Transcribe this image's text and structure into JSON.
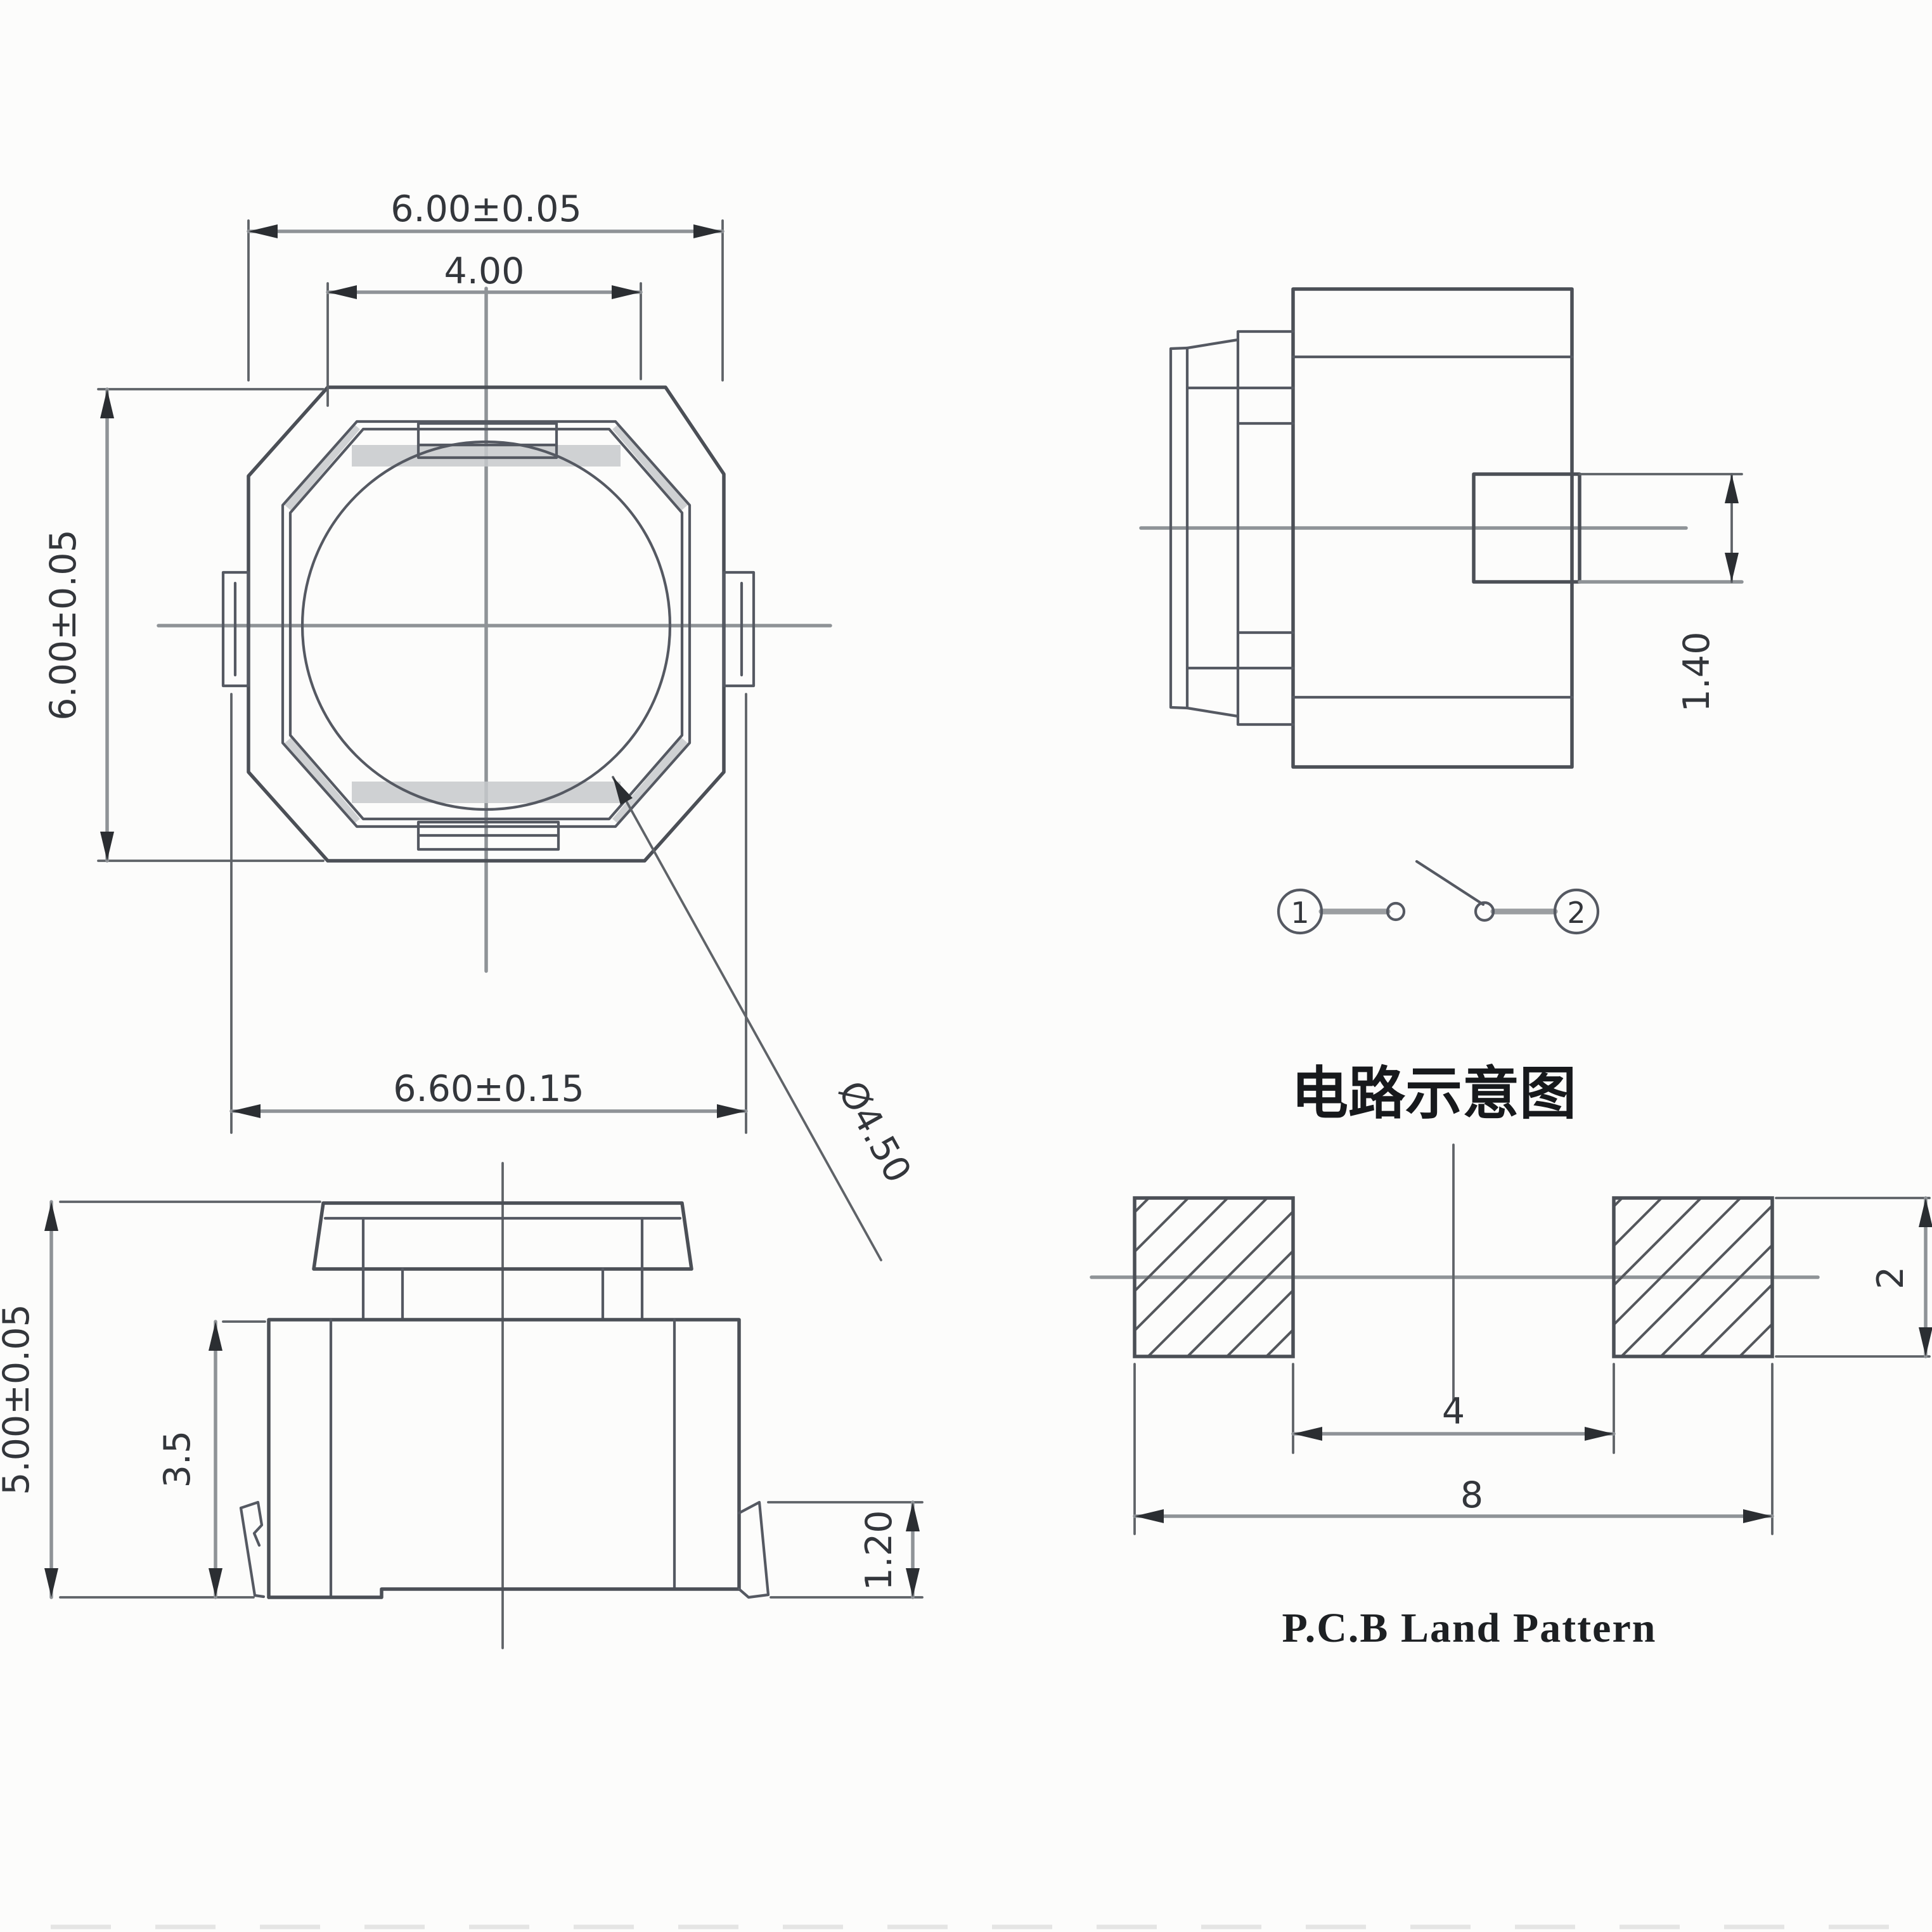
{
  "top_view": {
    "dim_body_width": "6.00±0.05",
    "dim_cover_width": "4.00",
    "dim_body_height": "6.00±0.05",
    "dim_terminal_span": "6.60±0.15",
    "dim_button_diameter": "Ø4.50"
  },
  "side_view": {
    "dim_terminal_height": "1.40"
  },
  "circuit_diagram": {
    "title": "电路示意图",
    "pin_1": "1",
    "pin_2": "2"
  },
  "front_view": {
    "dim_total_height": "5.00±0.05",
    "dim_body_height": "3.5",
    "dim_leg_height": "1.20"
  },
  "pcb_land_pattern": {
    "title": "P.C.B Land Pattern",
    "dim_pad_inner_gap": "4",
    "dim_pad_outer_span": "8",
    "dim_pad_height": "2"
  },
  "colors": {
    "object_line": "#4b4f56",
    "dim_line": "#8f9397",
    "text": "#33363b",
    "background": "#fcfcfb"
  }
}
